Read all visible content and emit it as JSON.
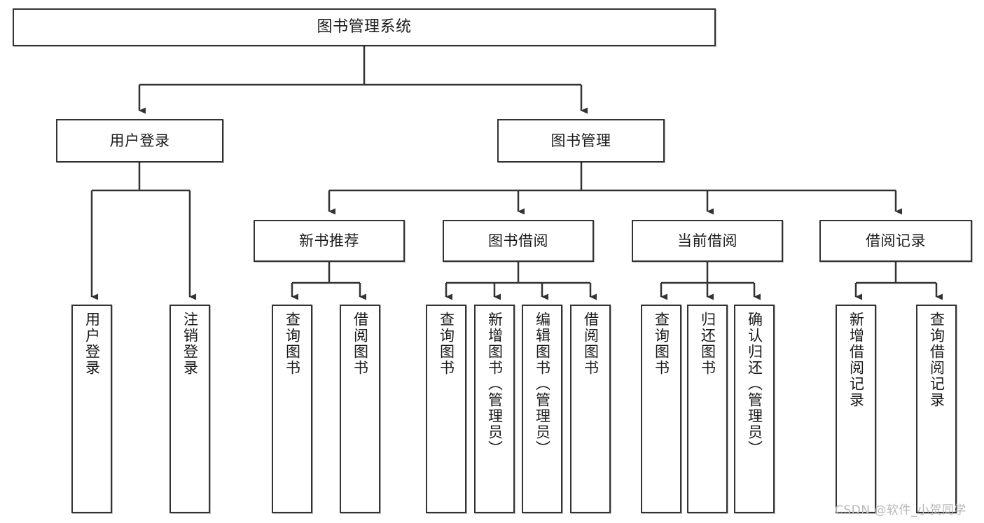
{
  "diagram": {
    "title": "图书管理系统",
    "type": "tree-hierarchy-diagram",
    "watermark": "CSDN @软件_小贺同学",
    "colors": {
      "box_border": "#333333",
      "box_fill": "#ffffff",
      "edge": "#333333",
      "text": "#1a1a1a",
      "watermark": "#b8b8b8",
      "background": "#ffffff"
    },
    "levels": {
      "level0": [
        {
          "id": "root",
          "label": "图书管理系统"
        }
      ],
      "level1": [
        {
          "id": "user-login",
          "label": "用户登录",
          "parent": "root"
        },
        {
          "id": "book-manage",
          "label": "图书管理",
          "parent": "root"
        }
      ],
      "level2": [
        {
          "id": "new-book-recommend",
          "label": "新书推荐",
          "parent": "book-manage"
        },
        {
          "id": "book-borrow",
          "label": "图书借阅",
          "parent": "book-manage"
        },
        {
          "id": "current-borrow",
          "label": "当前借阅",
          "parent": "book-manage"
        },
        {
          "id": "borrow-record",
          "label": "借阅记录",
          "parent": "book-manage"
        }
      ],
      "level3": [
        {
          "id": "leaf-user-login",
          "label": "用户登录",
          "parent": "user-login"
        },
        {
          "id": "leaf-user-logout",
          "label": "注销登录",
          "parent": "user-login"
        },
        {
          "id": "leaf-query-book-1",
          "label": "查询图书",
          "parent": "new-book-recommend"
        },
        {
          "id": "leaf-borrow-book-1",
          "label": "借阅图书",
          "parent": "new-book-recommend"
        },
        {
          "id": "leaf-query-book-2",
          "label": "查询图书",
          "parent": "book-borrow"
        },
        {
          "id": "leaf-add-book",
          "label": "新增图书（管理员）",
          "parent": "book-borrow"
        },
        {
          "id": "leaf-edit-book",
          "label": "编辑图书（管理员）",
          "parent": "book-borrow"
        },
        {
          "id": "leaf-borrow-book-2",
          "label": "借阅图书",
          "parent": "book-borrow"
        },
        {
          "id": "leaf-query-book-3",
          "label": "查询图书",
          "parent": "current-borrow"
        },
        {
          "id": "leaf-return-book",
          "label": "归还图书",
          "parent": "current-borrow"
        },
        {
          "id": "leaf-confirm-return",
          "label": "确认归还（管理员）",
          "parent": "current-borrow"
        },
        {
          "id": "leaf-add-record",
          "label": "新增借阅记录",
          "parent": "borrow-record"
        },
        {
          "id": "leaf-query-record",
          "label": "查询借阅记录",
          "parent": "borrow-record"
        }
      ]
    }
  }
}
